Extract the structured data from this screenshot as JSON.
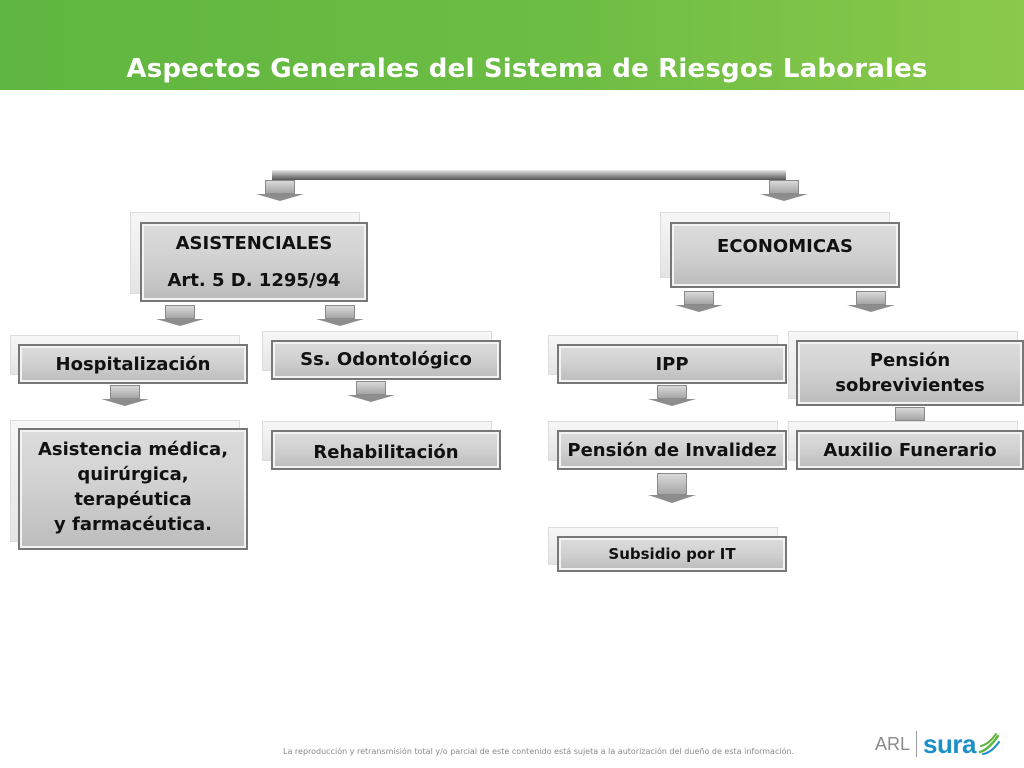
{
  "title": "Aspectos Generales del Sistema de Riesgos Laborales",
  "nodes": {
    "asistenciales": {
      "line1": "ASISTENCIALES",
      "line2": "Art. 5 D. 1295/94"
    },
    "economicas": {
      "line1": "ECONOMICAS"
    },
    "hospitalizacion": {
      "text": "Hospitalización"
    },
    "odontologico": {
      "text": "Ss. Odontológico"
    },
    "ipp": {
      "text": "IPP"
    },
    "pension_sobrevivientes": {
      "line1": "Pensión",
      "line2": "sobrevivientes"
    },
    "asistencia_medica": {
      "line1": "Asistencia médica,",
      "line2": "quirúrgica, terapéutica",
      "line3": "y farmacéutica."
    },
    "rehabilitacion": {
      "text": "Rehabilitación"
    },
    "pension_invalidez": {
      "text": "Pensión de Invalidez"
    },
    "auxilio_funerario": {
      "text": "Auxilio Funerario"
    },
    "subsidio": {
      "text": "Subsidio por IT"
    }
  },
  "footer": {
    "disclaimer": "La reproducción y retransmisión total y/o parcial de este contenido está sujeta a la autorización del dueño de esta información."
  },
  "logo": {
    "arl": "ARL",
    "brand": "sura"
  },
  "colors": {
    "header_green": "#6cbd44",
    "brand_blue": "#1c8fc8",
    "logo_green": "#5fb640"
  }
}
